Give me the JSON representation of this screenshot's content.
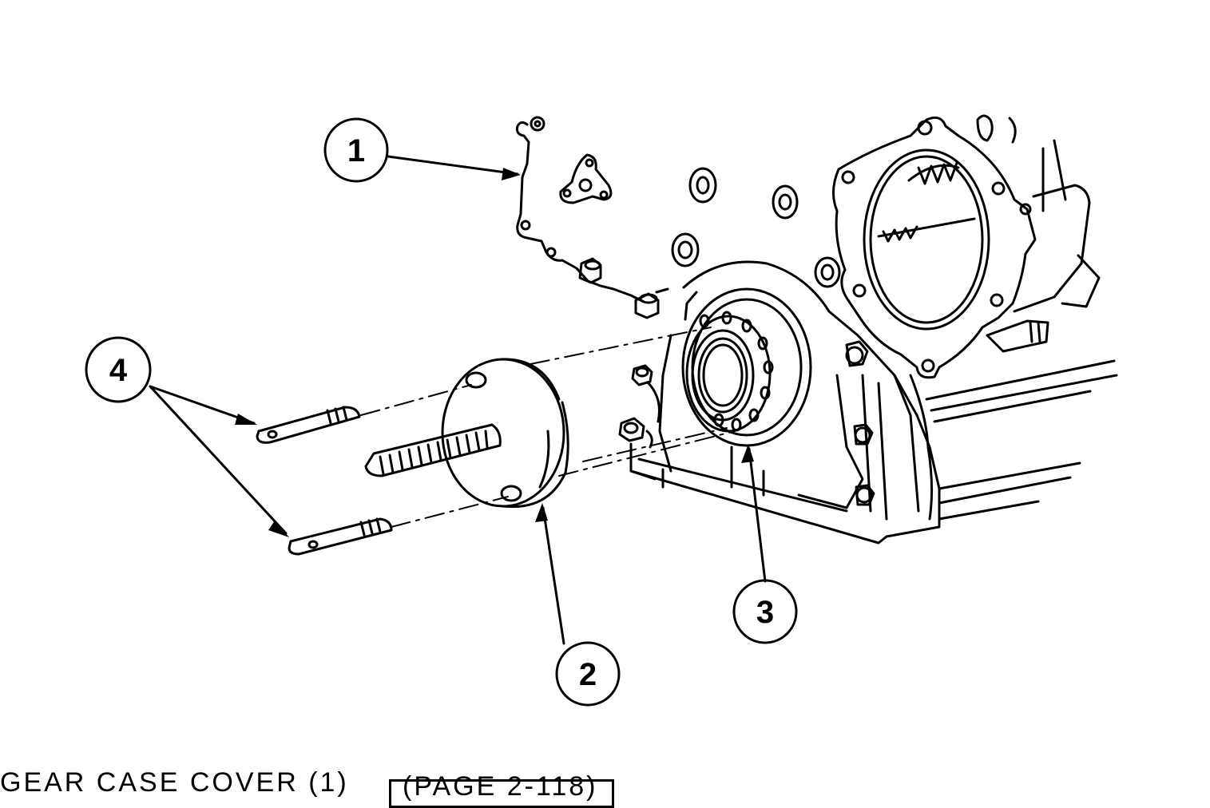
{
  "callouts": [
    {
      "id": "1",
      "label": "1"
    },
    {
      "id": "2",
      "label": "2"
    },
    {
      "id": "3",
      "label": "3"
    },
    {
      "id": "4",
      "label": "4"
    }
  ],
  "caption": {
    "text": "GEAR CASE COVER (1)",
    "page_ref": "(PAGE 2-118)"
  }
}
